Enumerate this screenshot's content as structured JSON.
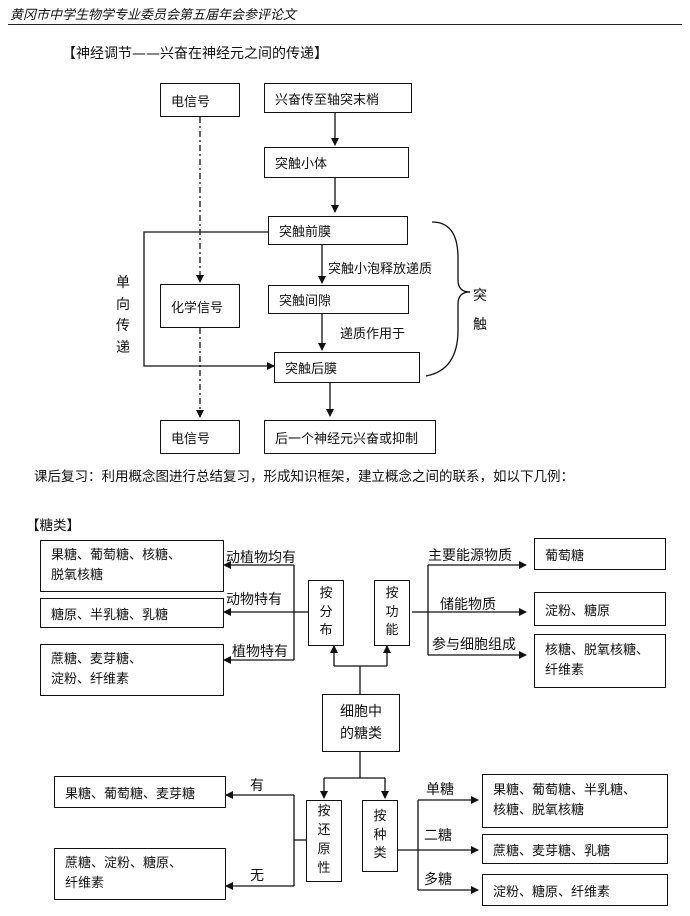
{
  "header": {
    "title": "黄冈市中学生物学专业委员会第五届年会参评论文"
  },
  "neural": {
    "title": "【神经调节——兴奋在神经元之间的传递】",
    "electric_top": "电信号",
    "step1": "兴奋传至轴突末梢",
    "step2": "突触小体",
    "step3": "突触前膜",
    "label_release": "突触小泡释放递质",
    "chemical": "化学信号",
    "step4": "突触间隙",
    "label_act": "递质作用于",
    "step5": "突触后膜",
    "electric_bottom": "电信号",
    "result": "后一个神经元兴奋或抑制",
    "one_way": [
      "单",
      "向",
      "传",
      "递"
    ],
    "synapse": [
      "突",
      "触"
    ]
  },
  "review": {
    "text": "课后复习：利用概念图进行总结复习，形成知识框架，建立概念之间的联系，如以下几例：",
    "section": "【糖类】"
  },
  "sugar": {
    "center": [
      "细胞中",
      "的糖类"
    ],
    "by_distribution": [
      "按",
      "分",
      "布"
    ],
    "by_function": [
      "按",
      "功",
      "能"
    ],
    "by_reduction": [
      "按",
      "还",
      "原",
      "性"
    ],
    "by_type": [
      "按",
      "种",
      "类"
    ],
    "dist_rows": [
      {
        "label": "动植物均有",
        "items": [
          "果糖、葡萄糖、核糖、",
          "脱氧核糖"
        ]
      },
      {
        "label": "动物特有",
        "items": [
          "糖原、半乳糖、乳糖"
        ]
      },
      {
        "label": "植物特有",
        "items": [
          "蔗糖、麦芽糖、",
          "淀粉、纤维素"
        ]
      }
    ],
    "func_rows": [
      {
        "label": "主要能源物质",
        "items": [
          "葡萄糖"
        ]
      },
      {
        "label": "储能物质",
        "items": [
          "淀粉、糖原"
        ]
      },
      {
        "label": "参与细胞组成",
        "items": [
          "核糖、脱氧核糖、",
          "纤维素"
        ]
      }
    ],
    "reduce_rows": [
      {
        "label": "有",
        "items": [
          "果糖、葡萄糖、麦芽糖"
        ]
      },
      {
        "label": "无",
        "items": [
          "蔗糖、淀粉、糖原、",
          "纤维素"
        ]
      }
    ],
    "type_rows": [
      {
        "label": "单糖",
        "items": [
          "果糖、葡萄糖、半乳糖、",
          "核糖、脱氧核糖"
        ]
      },
      {
        "label": "二糖",
        "items": [
          "蔗糖、麦芽糖、乳糖"
        ]
      },
      {
        "label": "多糖",
        "items": [
          "淀粉、糖原、纤维素"
        ]
      }
    ]
  }
}
